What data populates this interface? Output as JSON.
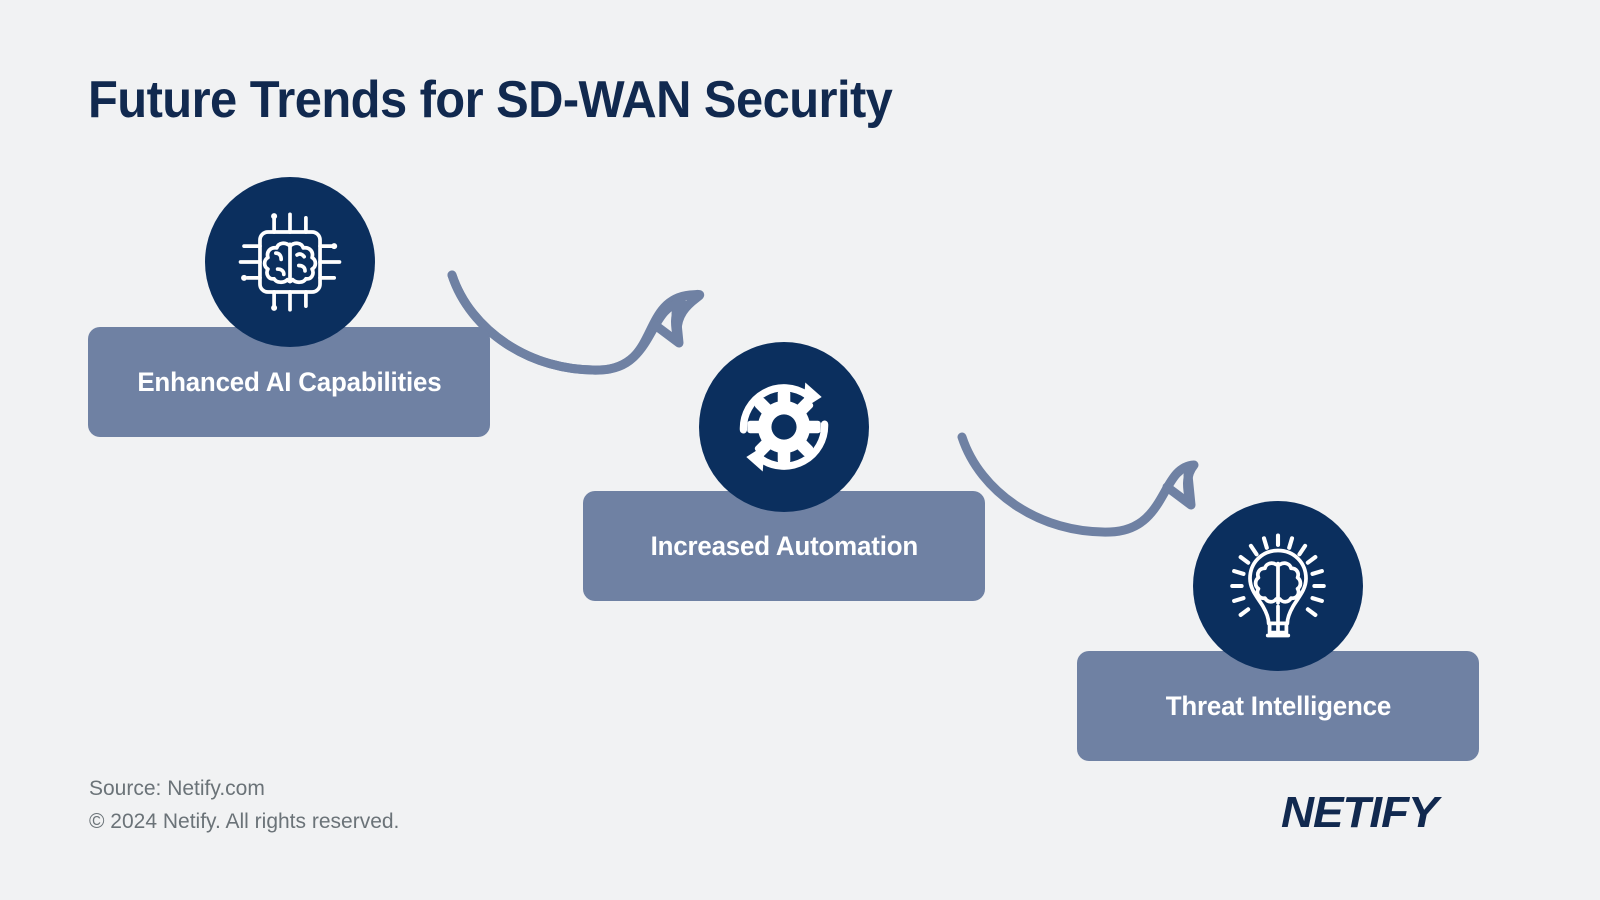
{
  "page": {
    "title": "Future Trends for SD-WAN Security",
    "background_color": "#f1f2f3"
  },
  "colors": {
    "navy": "#0b2f5e",
    "title_navy": "#11294f",
    "slate": "#6f81a3",
    "arrow": "#6f81a3",
    "footer_gray": "#6b7378",
    "icon_white": "#ffffff"
  },
  "steps": [
    {
      "label": "Enhanced AI Capabilities",
      "icon": "ai-chip-brain-icon"
    },
    {
      "label": "Increased Automation",
      "icon": "gear-refresh-icon"
    },
    {
      "label": "Threat Intelligence",
      "icon": "lightbulb-brain-icon"
    }
  ],
  "connectors": [
    {
      "name": "arrow-step1-to-step2"
    },
    {
      "name": "arrow-step2-to-step3"
    }
  ],
  "footer": {
    "source": "Source: Netify.com",
    "copyright": "© 2024 Netify. All rights reserved.",
    "logo": "NETIFY"
  }
}
